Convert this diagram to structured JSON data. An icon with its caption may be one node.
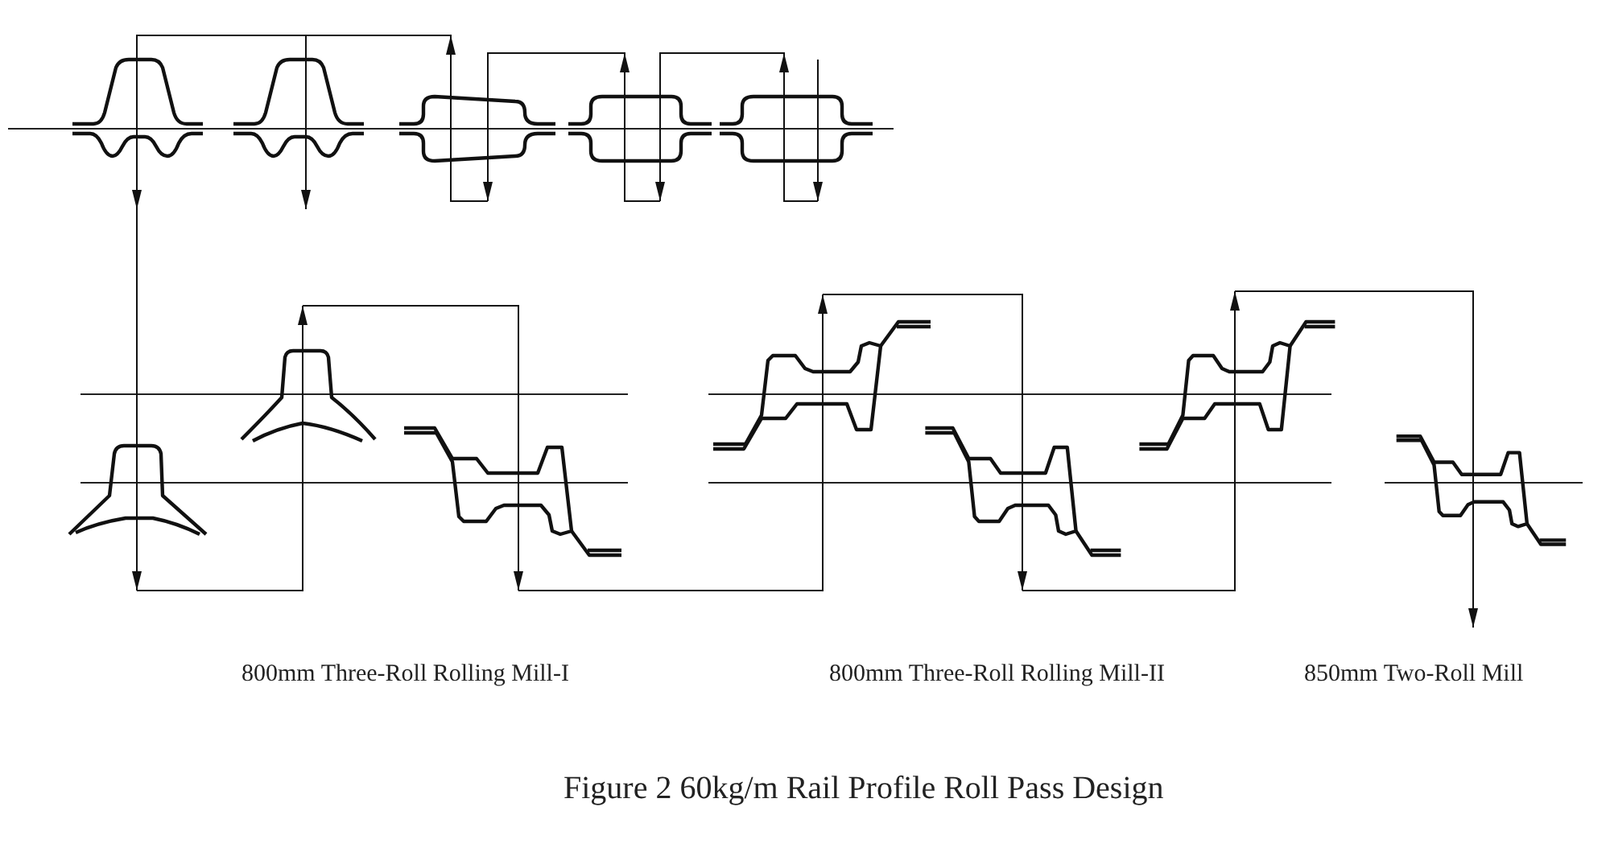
{
  "diagram": {
    "caption": "Figure 2 60kg/m Rail Profile Roll Pass Design",
    "nodes": [
      {
        "text": [],
        "shape": "picture"
      },
      {
        "text": [],
        "shape": "picture"
      },
      {
        "text": [],
        "shape": "picture"
      },
      {
        "text": [],
        "shape": "picture"
      },
      {
        "text": [],
        "shape": "picture"
      },
      {
        "text": [],
        "shape": "picture"
      },
      {
        "text": [],
        "shape": "picture"
      },
      {
        "text": [],
        "shape": "picture"
      },
      {
        "text": [],
        "shape": "picture"
      },
      {
        "text": [],
        "shape": "picture"
      },
      {
        "text": [],
        "shape": "picture"
      },
      {
        "text": [],
        "shape": "picture"
      }
    ],
    "edges": [
      {
        "from": null,
        "to": 4,
        "arrow": "to"
      },
      {
        "from": 4,
        "to": 3,
        "arrow": "to"
      },
      {
        "from": 3,
        "to": 2,
        "arrow": "to"
      },
      {
        "from": 2,
        "to": 1,
        "arrow": "to"
      },
      {
        "from": 2,
        "to": 0,
        "arrow": "to"
      },
      {
        "from": 0,
        "to": 5,
        "arrow": "to"
      },
      {
        "from": 5,
        "to": 6,
        "arrow": "to"
      },
      {
        "from": 6,
        "to": 7,
        "arrow": "to"
      },
      {
        "from": 7,
        "to": 8,
        "arrow": "to"
      },
      {
        "from": 8,
        "to": 9,
        "arrow": "to"
      },
      {
        "from": 9,
        "to": 10,
        "arrow": "to"
      },
      {
        "from": 10,
        "to": 11,
        "arrow": "to"
      }
    ],
    "labels": [
      "800mm Three-Roll Rolling Mill-I",
      "800mm Three-Roll Rolling Mill-II",
      "850mm Two-Roll Mill"
    ]
  }
}
